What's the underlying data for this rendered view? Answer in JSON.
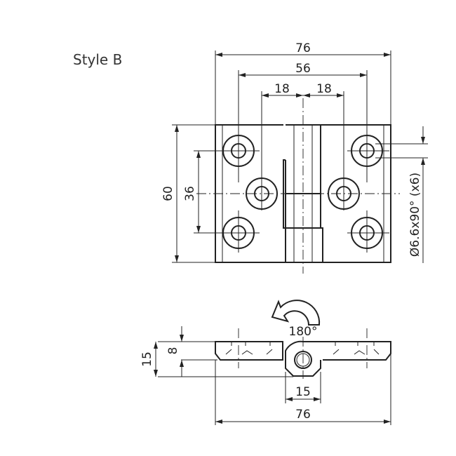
{
  "title": "Style B",
  "top_view": {
    "overall_width": "76",
    "hole_spacing_outer": "56",
    "hole_offset_left": "18",
    "hole_offset_right": "18",
    "overall_height": "60",
    "hole_spacing_vertical": "36",
    "hole_spec": "Ø6.6x90° (x6)"
  },
  "side_view": {
    "rotation": "180°",
    "total_thickness": "15",
    "leaf_thickness": "8",
    "knuckle_width": "15",
    "overall_width": "76"
  }
}
